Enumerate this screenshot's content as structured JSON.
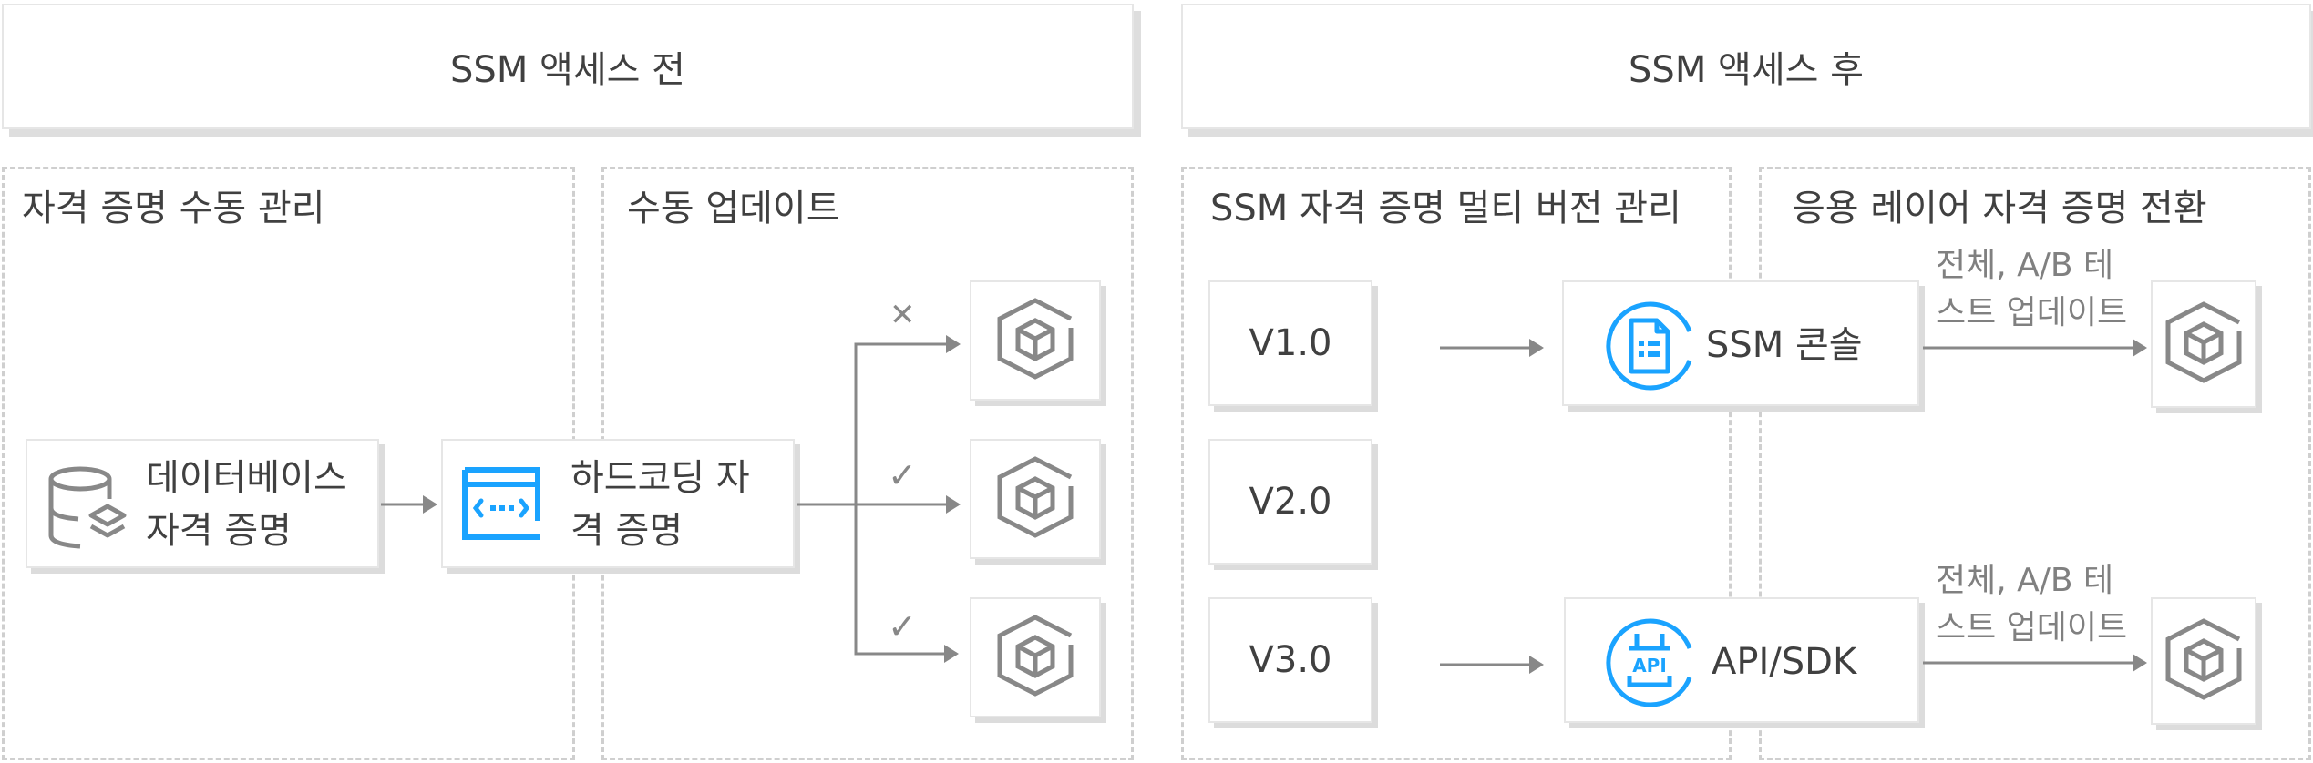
{
  "headers": {
    "before": "SSM 액세스 전",
    "after": "SSM 액세스 후"
  },
  "zones": {
    "manual_management": "자격 증명 수동 관리",
    "manual_update": "수동 업데이트",
    "multi_version": "SSM 자격 증명 멀티 버전 관리",
    "app_layer_switch": "응용 레이어 자격 증명 전환"
  },
  "before": {
    "database_credential": {
      "line1": "데이터베이스",
      "line2": "자격 증명",
      "icon": "database-icon"
    },
    "hardcoded_credential": {
      "line1": "하드코딩 자",
      "line2": "격 증명",
      "icon": "code-window-icon"
    },
    "targets": [
      {
        "status": "failed",
        "mark": "✕",
        "icon": "cube-hexagon-icon"
      },
      {
        "status": "success",
        "mark": "✓",
        "icon": "cube-hexagon-icon"
      },
      {
        "status": "success",
        "mark": "✓",
        "icon": "cube-hexagon-icon"
      }
    ]
  },
  "after": {
    "versions": [
      "V1.0",
      "V2.0",
      "V3.0"
    ],
    "ssm_console": {
      "label": "SSM 콘솔",
      "icon": "document-console-icon"
    },
    "api_sdk": {
      "label": "API/SDK",
      "icon": "api-icon"
    },
    "update_label": {
      "line1": "전체, A/B 테",
      "line2": "스트 업데이트"
    }
  },
  "colors": {
    "accent_blue": "#1aa3ff",
    "icon_gray": "#888888",
    "text": "#404040",
    "dash": "#cfcfcf"
  }
}
